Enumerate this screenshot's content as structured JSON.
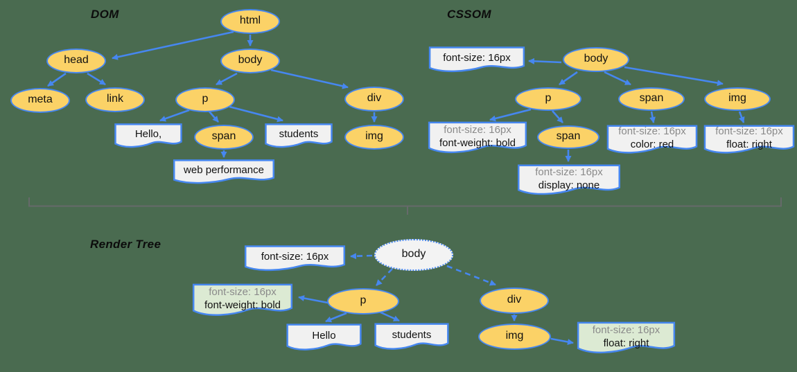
{
  "titles": {
    "dom": "DOM",
    "cssom": "CSSOM",
    "render": "Render Tree"
  },
  "colors": {
    "background": "#4A6B50",
    "node_fill": "#FBD267",
    "node_border": "#4687F0",
    "arrow": "#4687F0",
    "doc_fill": "#F1F1F1",
    "green_doc_fill": "#DCEAD3",
    "render_body_fill": "#F3F3F3",
    "inherited_text": "#8a8a8a",
    "text": "#111111",
    "divider": "#666a6a"
  },
  "dom": {
    "html": "html",
    "head": "head",
    "body": "body",
    "meta": "meta",
    "link": "link",
    "p": "p",
    "div": "div",
    "span": "span",
    "img": "img",
    "text_hello": "Hello,",
    "text_students": "students",
    "text_webperf": "web performance"
  },
  "cssom": {
    "body": "body",
    "p": "p",
    "span": "span",
    "img": "img",
    "span_child": "span",
    "rule_root": "font-size: 16px",
    "rule_p": {
      "inherited": "font-size: 16px",
      "own": "font-weight: bold"
    },
    "rule_span_child": {
      "inherited": "font-size: 16px",
      "own": "display: none"
    },
    "rule_span": {
      "inherited": "font-size: 16px",
      "own": "color: red"
    },
    "rule_img": {
      "inherited": "font-size: 16px",
      "own": "float: right"
    }
  },
  "render": {
    "body": "body",
    "p": "p",
    "div": "div",
    "img": "img",
    "text_hello": "Hello",
    "text_students": "students",
    "rule_body": "font-size: 16px",
    "rule_p": {
      "inherited": "font-size: 16px",
      "own": "font-weight: bold"
    },
    "rule_img": {
      "inherited": "font-size: 16px",
      "own": "float: right"
    }
  }
}
